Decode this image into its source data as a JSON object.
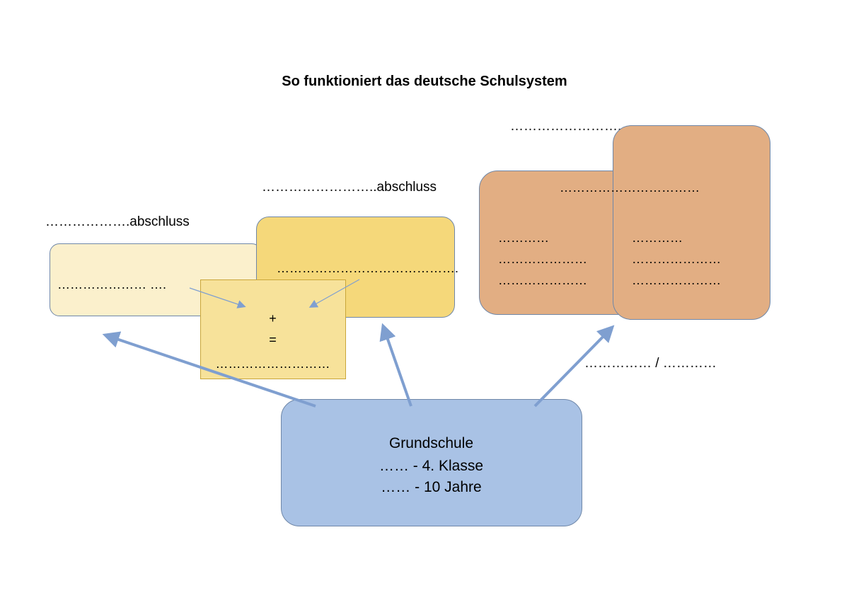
{
  "title": "So funktioniert das deutsche Schulsystem",
  "labels": {
    "left_abschluss": "……………….abschluss",
    "mid_abschluss": "……………………..abschluss",
    "orange_top": "…………………….",
    "bottom_right": "…………… / …………"
  },
  "left_box": {
    "line": "………………… …."
  },
  "mid_box": {
    "line": "……………………………………."
  },
  "center_box": {
    "plus": "+",
    "equals": "=",
    "line": "………………………"
  },
  "orange_box_1": {
    "lines": [
      "…………",
      "…………………",
      "…………………"
    ]
  },
  "orange_box_2": {
    "header": "……………………………",
    "lines": [
      "…………",
      "…………………",
      "…………………"
    ]
  },
  "grundschule": {
    "title": "Grundschule",
    "line1": "…… - 4. Klasse",
    "line2": "…… - 10 Jahre"
  },
  "colors": {
    "arrow": "#7f9fd0",
    "left_box": "#fbf0cc",
    "mid_box": "#f5d87a",
    "center_box": "#f7e29a",
    "orange": "#e2ae83",
    "blue": "#a9c2e5"
  }
}
